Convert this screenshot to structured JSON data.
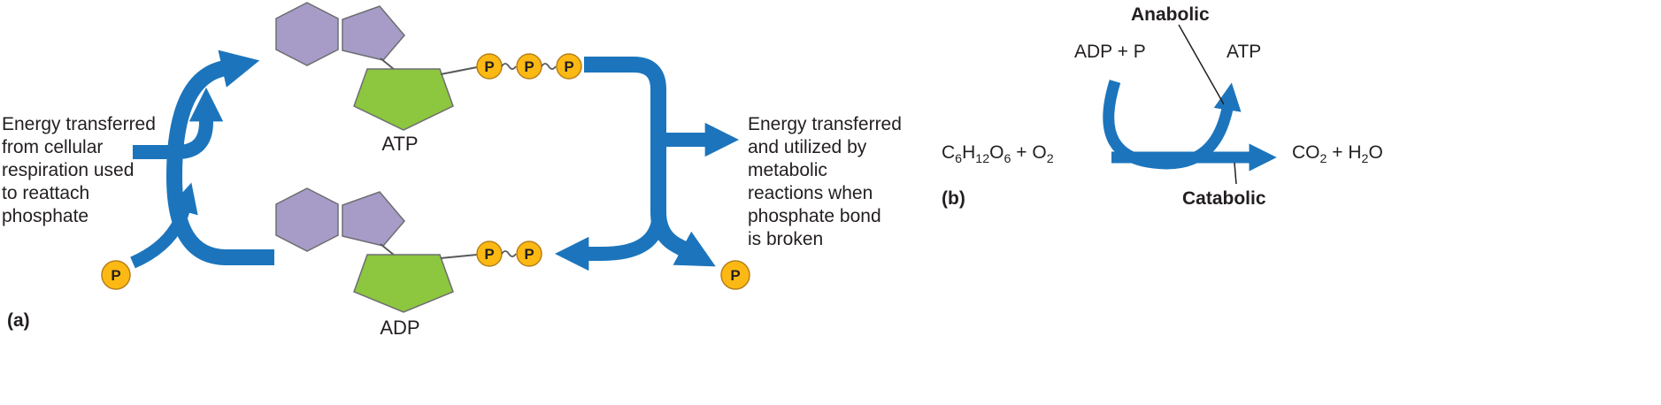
{
  "colors": {
    "arrow_blue": "#1c75bc",
    "phosphate_fill": "#fdb913",
    "phosphate_stroke": "#b7801a",
    "purple_fill": "#a79cc8",
    "green_fill": "#8dc63f",
    "shape_stroke": "#6d6e71",
    "text": "#231f20"
  },
  "panel_a": {
    "figure_label": "(a)",
    "left_caption": [
      "Energy transferred",
      "from cellular",
      "respiration used",
      "to reattach",
      "phosphate"
    ],
    "right_caption": [
      "Energy transferred",
      "and utilized by",
      "metabolic",
      "reactions when",
      "phosphate bond",
      "is broken"
    ],
    "atp_label": "ATP",
    "adp_label": "ADP",
    "phosphate_symbol": "P"
  },
  "panel_b": {
    "figure_label": "(b)",
    "anabolic_label": "Anabolic",
    "catabolic_label": "Catabolic",
    "adp_plus_p_label": "ADP + P",
    "atp_label": "ATP",
    "reactants": [
      {
        "t": "C",
        "sub": false
      },
      {
        "t": "6",
        "sub": true
      },
      {
        "t": "H",
        "sub": false
      },
      {
        "t": "12",
        "sub": true
      },
      {
        "t": "O",
        "sub": false
      },
      {
        "t": "6",
        "sub": true
      },
      {
        "t": " + O",
        "sub": false
      },
      {
        "t": "2",
        "sub": true
      }
    ],
    "products": [
      {
        "t": "CO",
        "sub": false
      },
      {
        "t": "2",
        "sub": true
      },
      {
        "t": " + H",
        "sub": false
      },
      {
        "t": "2",
        "sub": true
      },
      {
        "t": "O",
        "sub": false
      }
    ]
  }
}
